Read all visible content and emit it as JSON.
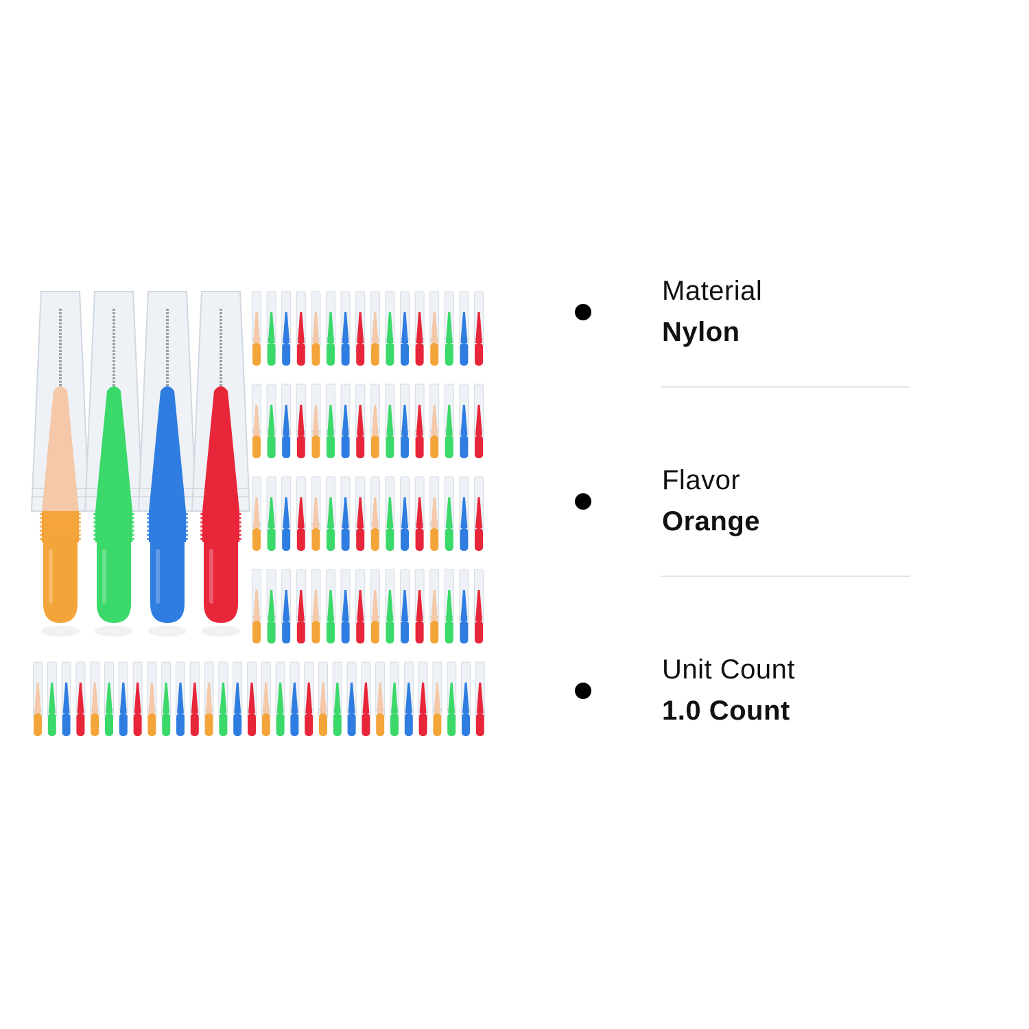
{
  "colors": {
    "peach": "#f4c8a8",
    "orange": "#f4a53a",
    "green": "#3bd86a",
    "blue": "#2f7de1",
    "red": "#e8263a",
    "cap": "#eef2f6",
    "bullet": "#000000",
    "divider": "#e3e3e3"
  },
  "product_image": {
    "icon": "interdental-brush-product-photo"
  },
  "specs": [
    {
      "label": "Material",
      "value": "Nylon"
    },
    {
      "label": "Flavor",
      "value": "Orange"
    },
    {
      "label": "Unit Count",
      "value": "1.0 Count"
    }
  ]
}
